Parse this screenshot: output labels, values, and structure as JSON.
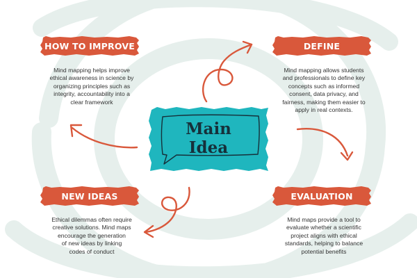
{
  "colors": {
    "accent": "#d9583b",
    "center_fill": "#1fb6be",
    "center_ink": "#16303a",
    "swirl": "#e6efec",
    "text": "#333333"
  },
  "center": {
    "title_line1": "Main",
    "title_line2": "Idea"
  },
  "sections": {
    "how_to_improve": {
      "title": "HOW TO IMPROVE",
      "lines": [
        "Mind mapping helps improve",
        "ethical awareness in science by",
        "organizing principles such as",
        "integrity, accountability into a",
        "clear framework"
      ]
    },
    "define": {
      "title": "DEFINE",
      "lines": [
        "Mind mapping allows students",
        "and professionals to define key",
        "concepts such as informed",
        "consent, data privacy, and",
        "fairness, making them easier to",
        "apply in real contexts."
      ]
    },
    "new_ideas": {
      "title": "NEW IDEAS",
      "lines": [
        "Ethical dilemmas often require",
        "creative solutions. Mind maps",
        "encourage the generation",
        "of new ideas by linking",
        "codes of conduct"
      ]
    },
    "evaluation": {
      "title": "EVALUATION",
      "lines": [
        "Mind maps provide a tool to",
        "evaluate whether a scientific",
        "project aligns with ethical",
        "standards, helping to balance",
        "potential benefits"
      ]
    }
  }
}
